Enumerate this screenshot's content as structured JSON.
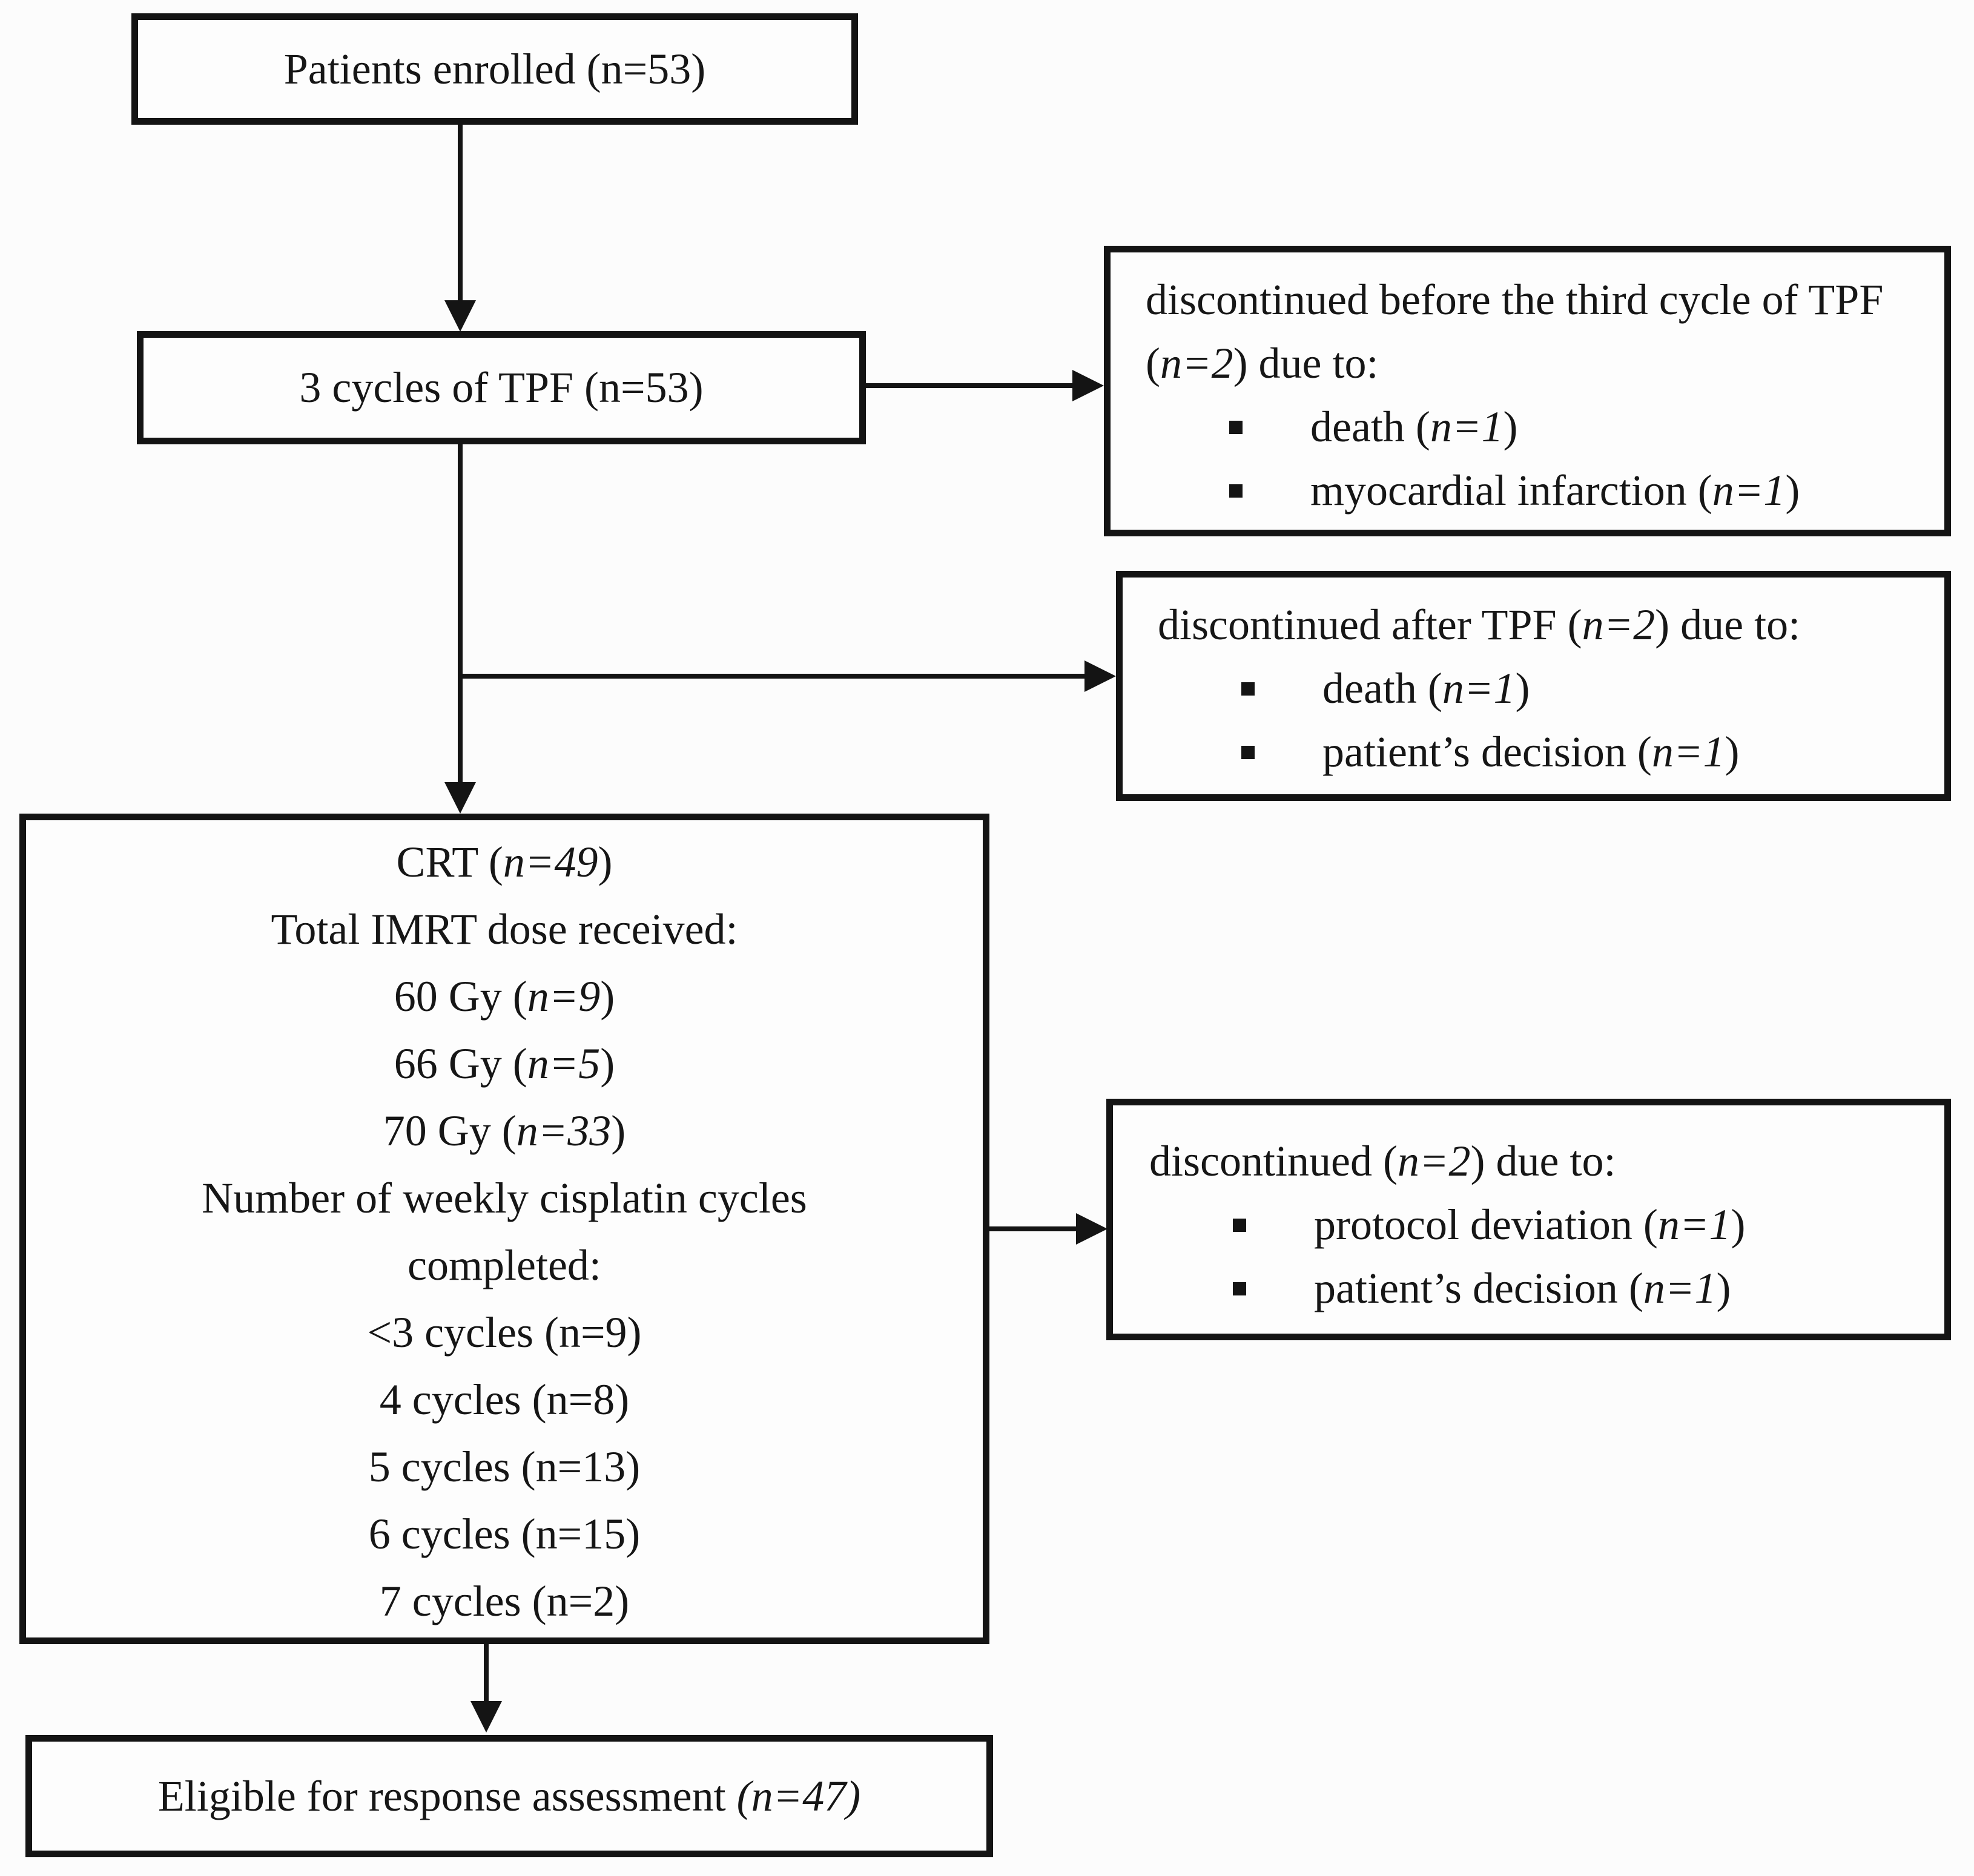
{
  "page": {
    "background": "#fcfcfc",
    "ink": "#141414"
  },
  "nodes": {
    "enrolled": {
      "label": "Patients enrolled (n=53)"
    },
    "tpf": {
      "label": "3 cycles of TPF (n=53)"
    },
    "disc_before_tpf": {
      "title": "discontinued before the third cycle of TPF (*n=2*) due to:",
      "bullets": [
        "death (*n=1*)",
        "myocardial infarction (*n=1*)"
      ]
    },
    "disc_after_tpf": {
      "title": "discontinued after TPF (*n=2*) due to:",
      "bullets": [
        "death (*n=1*)",
        "patient’s decision (*n=1*)"
      ]
    },
    "crt": {
      "lines": [
        "CRT (*n=49*)",
        "Total IMRT dose received:",
        "60 Gy (*n=9*)",
        "66 Gy (*n=5*)",
        "70 Gy (*n=33*)",
        "Number of weekly cisplatin cycles",
        "completed:",
        "<3 cycles (n=9)",
        "4 cycles (n=8)",
        "5 cycles (n=13)",
        "6 cycles (n=15)",
        "7 cycles (n=2)"
      ]
    },
    "disc_crt": {
      "title": "discontinued (*n=2*) due to:",
      "bullets": [
        "protocol deviation (*n=1*)",
        "patient’s decision (*n=1*)"
      ]
    },
    "eligible": {
      "label": "Eligible for response assessment *(n=47)*"
    }
  }
}
